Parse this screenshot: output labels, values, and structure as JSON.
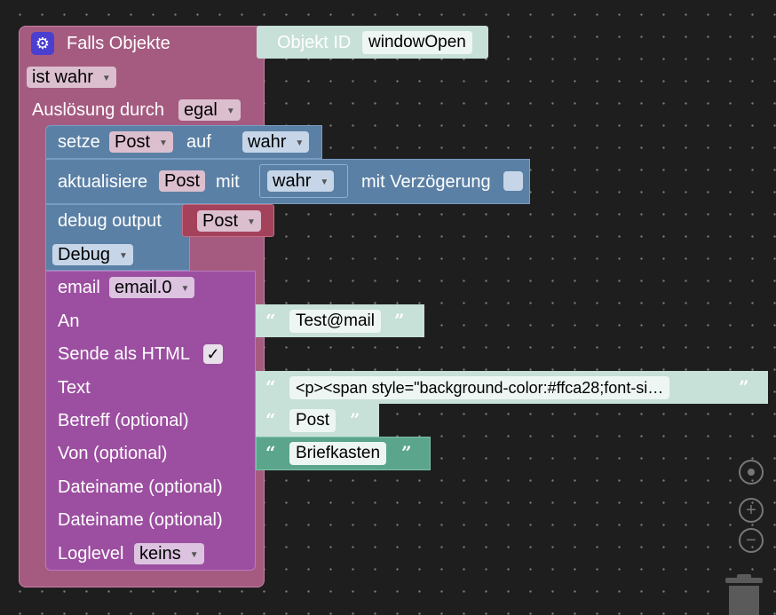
{
  "trigger": {
    "title": "Falls Objekte",
    "object_id_label": "Objekt ID",
    "object_id_value": "windowOpen",
    "condition": "ist wahr",
    "trigger_label": "Auslösung durch",
    "trigger_value": "egal"
  },
  "setze": {
    "label": "setze",
    "variable": "Post",
    "auf_label": "auf",
    "value": "wahr"
  },
  "aktualisiere": {
    "label": "aktualisiere",
    "variable": "Post",
    "mit_label": "mit",
    "value": "wahr",
    "delay_label": "mit Verzögerung"
  },
  "debug": {
    "label": "debug output",
    "variable": "Post",
    "level": "Debug"
  },
  "email": {
    "label": "email",
    "instance": "email.0",
    "an_label": "An",
    "an_value": "Test@mail",
    "html_label": "Sende als HTML",
    "html_check": "✓",
    "text_label": "Text",
    "text_value": "<p><span style=\"background-color:#ffca28;font-si…",
    "betreff_label": "Betreff (optional)",
    "betreff_value": "Post",
    "von_label": "Von (optional)",
    "von_value": "Briefkasten",
    "dateiname1_label": "Dateiname (optional)",
    "dateiname2_label": "Dateiname (optional)",
    "loglevel_label": "Loglevel",
    "loglevel_value": "keins"
  },
  "quotes": {
    "open": "“",
    "close": "”"
  },
  "icons": {
    "trigger": "gear-icon",
    "center": "crosshair-icon",
    "zoom_in": "plus-icon",
    "zoom_out": "minus-icon",
    "trash": "trash-icon"
  },
  "colors": {
    "trigger": "#a55b80",
    "blue": "#5b80a5",
    "red": "#a5425b",
    "purple": "#9c4fa0",
    "teal": "#c7e0d8",
    "teal_dark": "#5ba58c"
  }
}
